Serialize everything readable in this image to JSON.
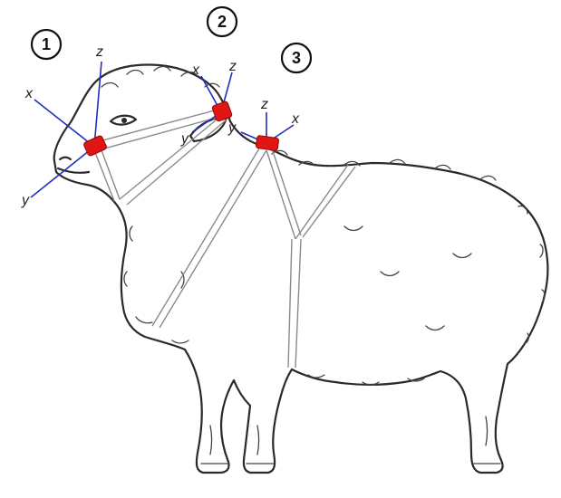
{
  "sensors": [
    {
      "number": "1",
      "color": "#e01515",
      "axes": {
        "x": "x",
        "y": "y",
        "z": "z"
      }
    },
    {
      "number": "2",
      "color": "#e01515",
      "axes": {
        "x": "x",
        "y": "y",
        "z": "z"
      }
    },
    {
      "number": "3",
      "color": "#e01515",
      "axes": {
        "x": "x",
        "y": "y",
        "z": "z"
      }
    }
  ],
  "colors": {
    "axis": "#1f2fbf",
    "strap": "#8a8a8a",
    "outline": "#2a2a2a"
  }
}
